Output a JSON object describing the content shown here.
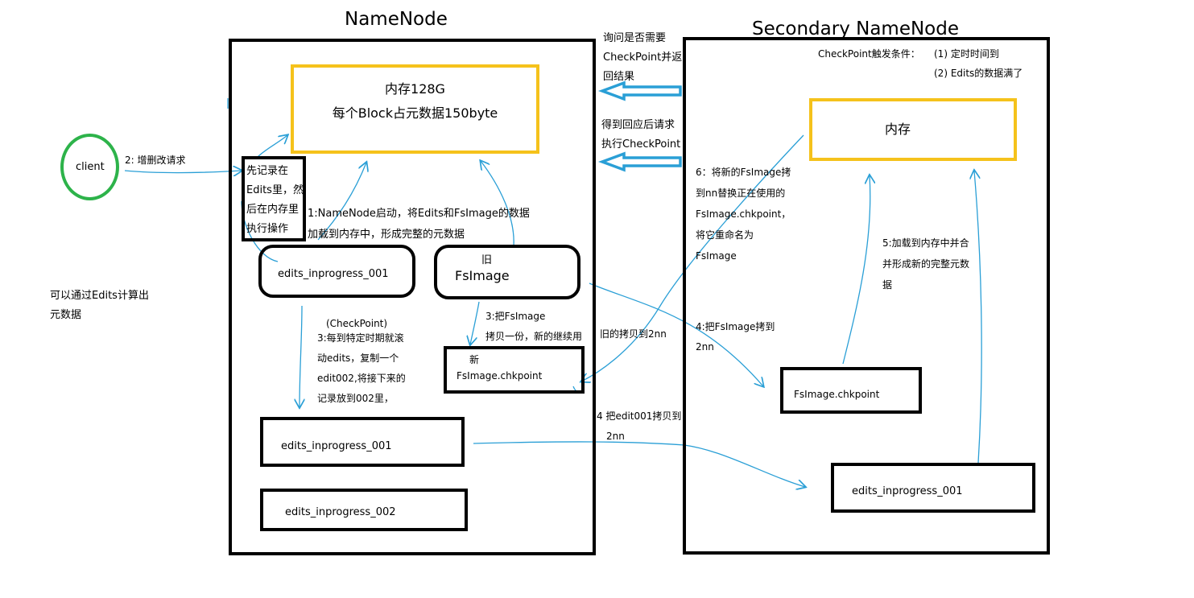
{
  "titles": {
    "namenode": "NameNode",
    "secondary": "Secondary NameNode"
  },
  "client": "client",
  "left_note": [
    "可以通过Edits计算出",
    "元数据"
  ],
  "nn": {
    "memory": [
      "内存128G",
      "每个Block占元数据150byte"
    ],
    "record_box": [
      "先记录在",
      "Edits里，然",
      "后在内存里",
      "执行操作"
    ],
    "edits_top": "edits_inprogress_001",
    "fsimage_old_tag": "旧",
    "fsimage_old": "FsImage",
    "fsimage_new_tag": "新",
    "fsimage_new": "FsImage.chkpoint",
    "edits_mid": "edits_inprogress_001",
    "edits_bottom": "edits_inprogress_002"
  },
  "snn": {
    "trigger_label": "CheckPoint触发条件：",
    "trigger_1": "(1) 定时时间到",
    "trigger_2": "(2) Edits的数据满了",
    "memory": "内存",
    "fsimage": "FsImage.chkpoint",
    "edits": "edits_inprogress_001"
  },
  "labels": {
    "step2": "2: 增删改请求",
    "step1": [
      "1:NameNode启动，将Edits和FsImage的数据",
      "加载到内存中，形成完整的元数据"
    ],
    "checkpoint": "(CheckPoint)",
    "step3a": [
      "3:每到特定时期就滚",
      "动edits，复制一个",
      "edit002,将接下来的",
      "记录放到002里，"
    ],
    "step3b": [
      "3:把FsImage",
      "拷贝一份，新的继续用"
    ],
    "step3c": "旧的拷贝到2nn",
    "ask": [
      "询问是否需要",
      "CheckPoint并返",
      "回结果"
    ],
    "request": [
      "得到回应后请求",
      "执行CheckPoint"
    ],
    "step6": [
      "6：将新的FsImage拷",
      "到nn替换正在使用的",
      "FsImage.chkpoint，",
      "将它重命名为",
      "FsImage"
    ],
    "step4a": [
      "4:把FsImage拷到",
      "2nn"
    ],
    "step4b": [
      "4 把edit001拷贝到",
      "2nn"
    ],
    "step5": [
      "5:加载到内存中并合",
      "并形成新的完整元数",
      "据"
    ]
  },
  "colors": {
    "frame": "#000000",
    "memory_border": "#f5c21b",
    "client_border": "#2db34a",
    "arrow": "#2a9fd6"
  }
}
